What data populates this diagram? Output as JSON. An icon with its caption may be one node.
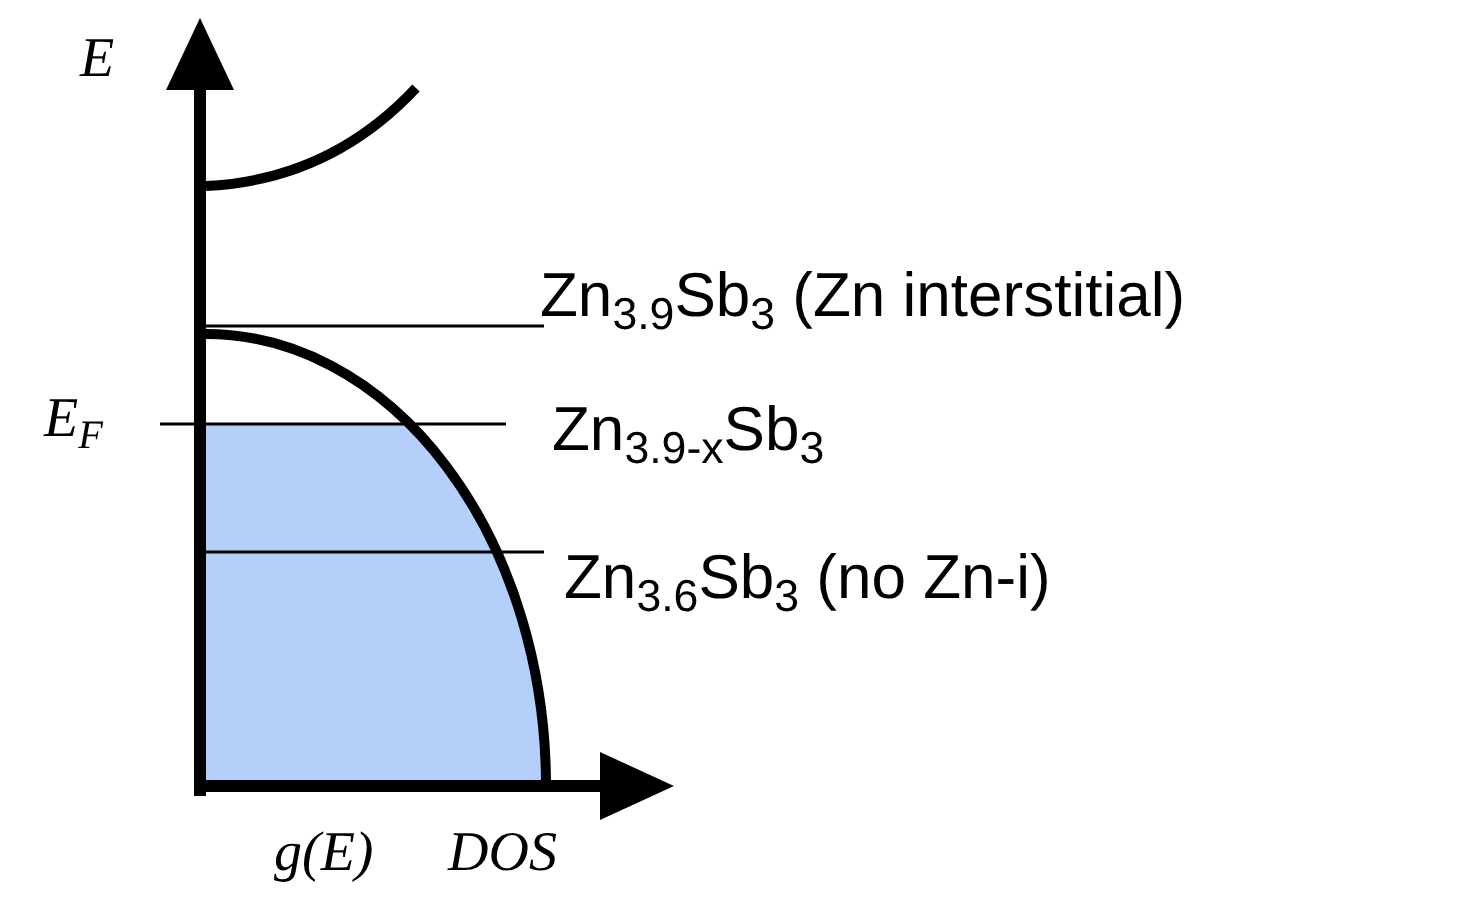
{
  "diagram": {
    "labels": [
      "E",
      "E$_{F}$",
      "Zn$_{3.9}$Sb$_{3}$ (Zn interstitial)",
      "Zn$_{3.9-x}$Sb$_{3}$",
      "Zn$_{3.6}$Sb$_{3}$ (no Zn-i)",
      "g(E)",
      "DOS"
    ]
  }
}
